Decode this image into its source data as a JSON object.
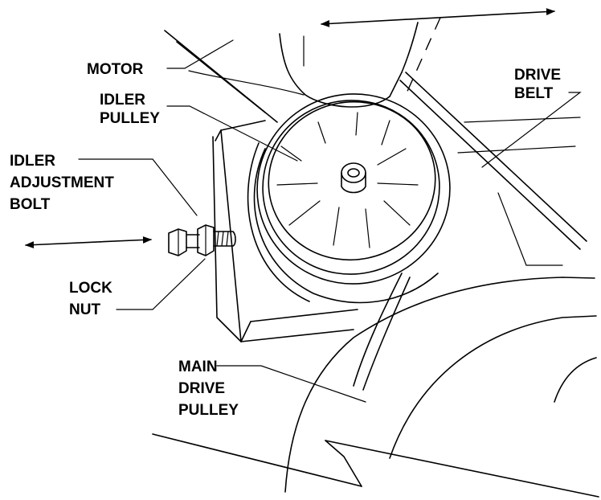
{
  "labels": {
    "motor": "MOTOR",
    "idler_pulley": [
      "IDLER",
      "PULLEY"
    ],
    "drive_belt": [
      "DRIVE",
      "BELT"
    ],
    "idler_adjustment_bolt": [
      "IDLER",
      "ADJUSTMENT",
      "BOLT"
    ],
    "lock_nut": [
      "LOCK",
      "NUT"
    ],
    "main_drive_pulley": [
      "MAIN",
      "DRIVE",
      "PULLEY"
    ]
  },
  "colors": {
    "ink": "#000000",
    "background": "#ffffff"
  }
}
